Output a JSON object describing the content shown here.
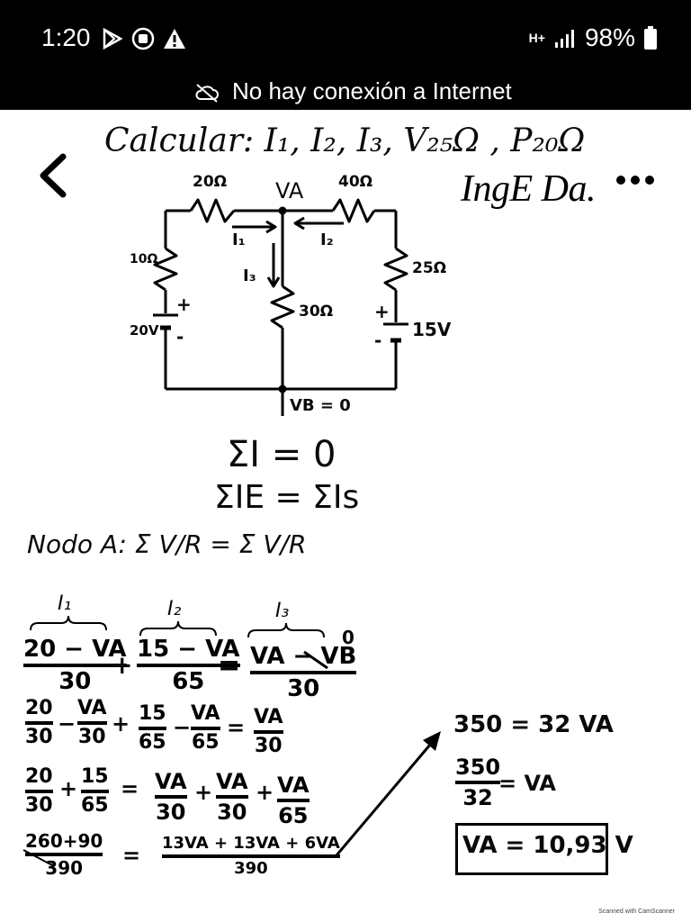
{
  "status_bar": {
    "time": "1:20",
    "battery": "98%",
    "network_label": "H+"
  },
  "offline_banner": {
    "text": "No hay conexión a Internet"
  },
  "channel": {
    "name": "IngE Da."
  },
  "icons": {
    "back": "back-arrow-icon",
    "more": "more-dots-icon",
    "play": "play-store-icon",
    "notification": "notification-icon",
    "warning": "warning-icon",
    "cloud_off": "cloud-off-icon",
    "signal": "signal-icon",
    "battery": "battery-icon"
  },
  "notes": {
    "title": "Calcular: I₁, I₂, I₃, V₂₅Ω , P₂₀Ω",
    "circuit": {
      "r20": "20Ω",
      "va": "VA",
      "r40": "40Ω",
      "r10": "10Ω",
      "r25": "25Ω",
      "r30": "30Ω",
      "v20": "20V",
      "v15": "15V",
      "i1": "I₁",
      "i2": "I₂",
      "i3": "I₃",
      "plus": "+",
      "minus": "-",
      "vb": "VB = 0"
    },
    "law1": "ΣI = 0",
    "law2": "ΣIE = ΣIs",
    "node": "Nodo A:  Σ V/R = Σ V/R",
    "brace_i1": "I₁",
    "brace_i2": "I₂",
    "brace_i3": "I₃",
    "eq1": {
      "t1_num": "20 − VA",
      "t1_den": "30",
      "op1": "+",
      "t2_num": "15 − VA",
      "t2_den": "65",
      "eq": "=",
      "t3_num": "VA − VB",
      "t3_den": "30",
      "zero": "0"
    },
    "eq2": {
      "a_num": "20",
      "a_den": "30",
      "op1": "−",
      "b_num": "VA",
      "b_den": "30",
      "op2": "+",
      "c_num": "15",
      "c_den": "65",
      "op3": "−",
      "d_num": "VA",
      "d_den": "65",
      "eq": "=",
      "e_num": "VA",
      "e_den": "30"
    },
    "eq3": {
      "a_num": "20",
      "a_den": "30",
      "op1": "+",
      "b_num": "15",
      "b_den": "65",
      "eq": "=",
      "c_num": "VA",
      "c_den": "30",
      "op2": "+",
      "d_num": "VA",
      "d_den": "30",
      "op3": "+",
      "e_num": "VA",
      "e_den": "65"
    },
    "eq4": {
      "l_num": "260+90",
      "l_den": "390",
      "eq": "=",
      "r_num": "13VA + 13VA + 6VA",
      "r_den": "390"
    },
    "right": {
      "line1": "350 = 32 VA",
      "f_num": "350",
      "f_den": "32",
      "f_eq": "= VA",
      "result": "VA = 10,93  V"
    }
  },
  "watermark": "Scanned with CamScanner"
}
